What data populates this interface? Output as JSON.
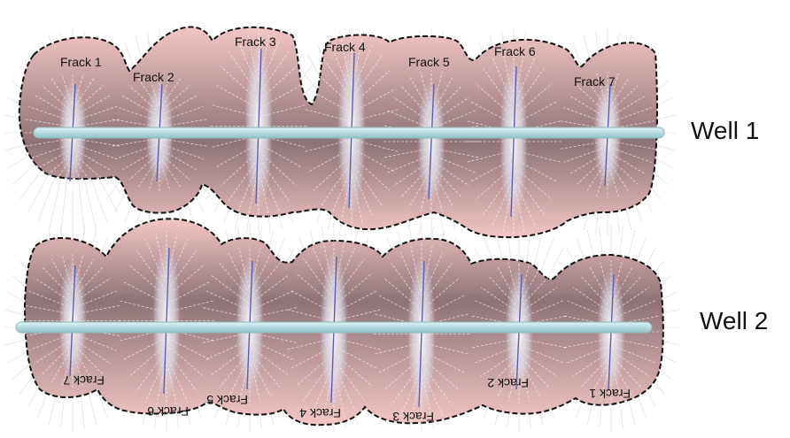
{
  "wells": [
    {
      "label": "Well 1",
      "fractures": [
        "Frack 1",
        "Frack 2",
        "Frack 3",
        "Frack 4",
        "Frack 5",
        "Frack 6",
        "Frack 7"
      ]
    },
    {
      "label": "Well 2",
      "fractures": [
        "Frack 7",
        "Frack 6",
        "Frack 5",
        "Frack 4",
        "Frack 3",
        "Frack 2",
        "Frack 1"
      ]
    }
  ],
  "colors": {
    "zone_edge": "#f4c6c6",
    "zone_center": "#8a6e72",
    "well_pipe": "#bfe1e3",
    "fracture_line": "#5d5fb0",
    "fracture_glow": "#e8e8f2",
    "outline": "#111111"
  }
}
